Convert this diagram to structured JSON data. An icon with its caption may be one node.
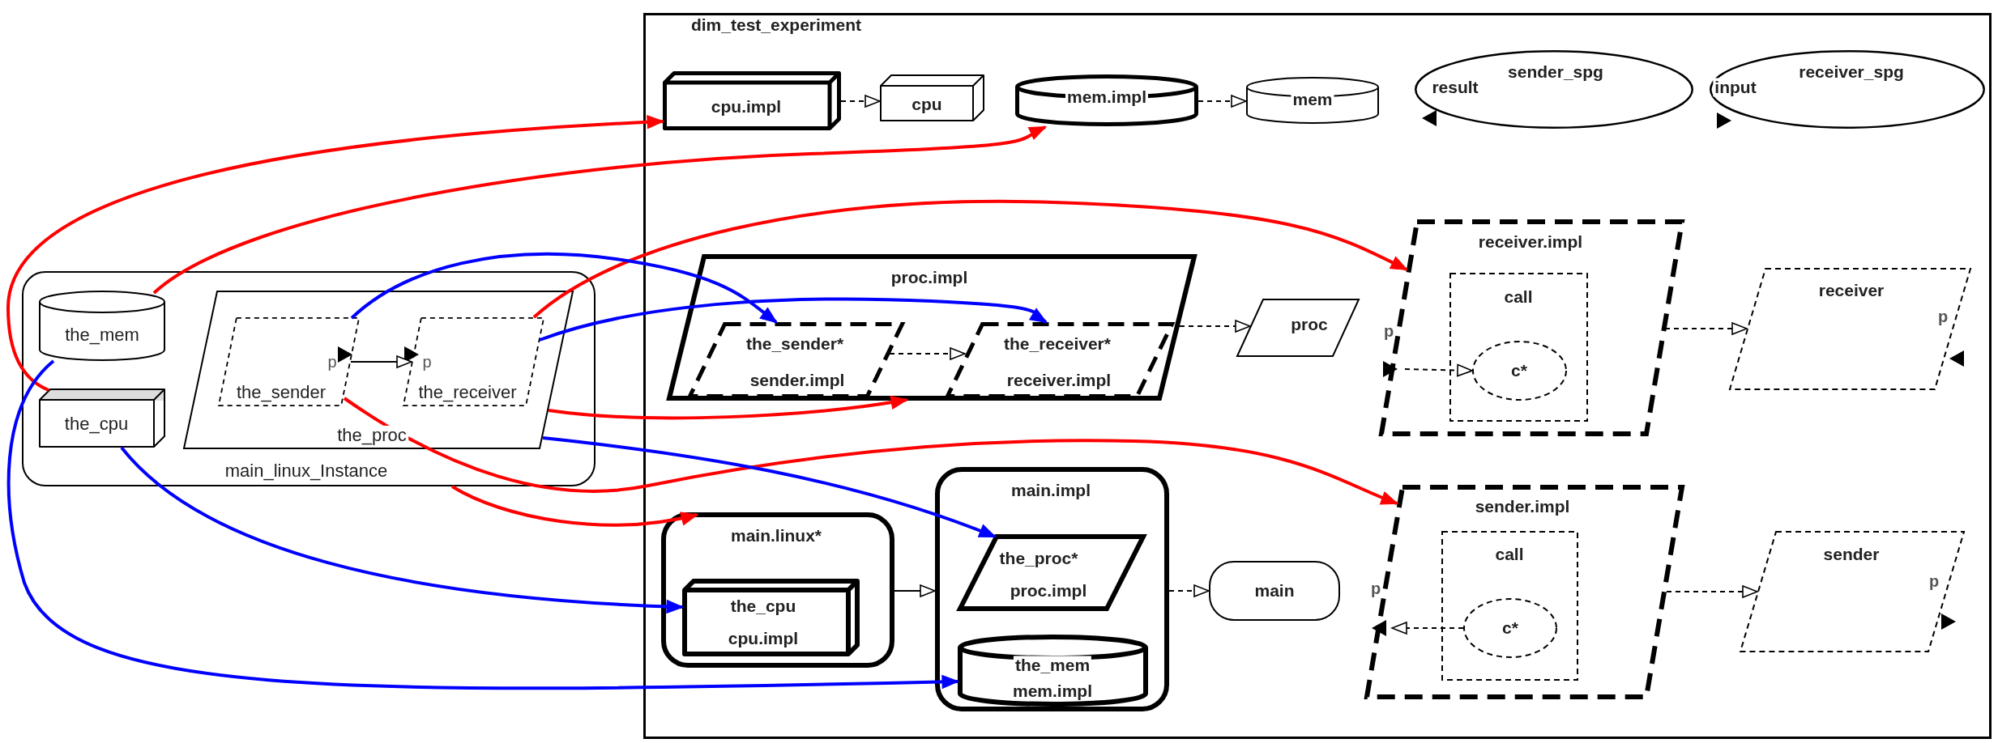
{
  "diagram": {
    "nodes": [
      {
        "text": [
          "main_linux_Instance"
        ]
      },
      {
        "text": [
          "the_mem"
        ],
        "in": 0
      },
      {
        "text": [
          "the_cpu"
        ],
        "in": 0
      },
      {
        "text": [
          "the_proc"
        ],
        "in": 0
      },
      {
        "text": [
          "p",
          "the_sender"
        ],
        "in": 3
      },
      {
        "text": [
          "p",
          "the_receiver"
        ],
        "in": 3
      },
      {
        "text": [
          "dim_test_experiment"
        ]
      },
      {
        "text": [
          "cpu.impl"
        ],
        "in": 6
      },
      {
        "text": [
          "cpu"
        ],
        "in": 6
      },
      {
        "text": [
          "mem.impl"
        ],
        "in": 6
      },
      {
        "text": [
          "mem"
        ],
        "in": 6
      },
      {
        "text": [
          "result",
          "sender_spg"
        ],
        "in": 6
      },
      {
        "text": [
          "input",
          "receiver_spg"
        ],
        "in": 6
      },
      {
        "text": [
          "proc.impl"
        ],
        "in": 6
      },
      {
        "text": [
          "the_sender*",
          "sender.impl"
        ],
        "in": 13
      },
      {
        "text": [
          "the_receiver*",
          "receiver.impl"
        ],
        "in": 13
      },
      {
        "text": [
          "proc"
        ],
        "in": 6
      },
      {
        "text": [
          "receiver.impl"
        ],
        "in": 6
      },
      {
        "text": [
          "p"
        ],
        "in": 17
      },
      {
        "text": [
          "call"
        ],
        "in": 17
      },
      {
        "text": [
          "c*"
        ],
        "in": 19
      },
      {
        "text": [
          "receiver",
          "p"
        ],
        "in": 6
      },
      {
        "text": [
          "main.linux*"
        ],
        "in": 6
      },
      {
        "text": [
          "the_cpu",
          "cpu.impl"
        ],
        "in": 22
      },
      {
        "text": [
          "main.impl"
        ],
        "in": 6
      },
      {
        "text": [
          "the_proc*",
          "proc.impl"
        ],
        "in": 24
      },
      {
        "text": [
          "the_mem",
          "mem.impl"
        ],
        "in": 24
      },
      {
        "text": [
          "main"
        ],
        "in": 6
      },
      {
        "text": [
          "sender.impl"
        ],
        "in": 6
      },
      {
        "text": [
          "p"
        ],
        "in": 28
      },
      {
        "text": [
          "call"
        ],
        "in": 28
      },
      {
        "text": [
          "c*"
        ],
        "in": 30
      },
      {
        "text": [
          "sender",
          "p"
        ],
        "in": 6
      }
    ],
    "edges": [
      {
        "from": 4,
        "to": 5,
        "arrow": "to"
      },
      {
        "from": 7,
        "to": 8,
        "arrow": "to",
        "style": "dashed"
      },
      {
        "from": 9,
        "to": 10,
        "arrow": "to",
        "style": "dashed"
      },
      {
        "from": 14,
        "to": 15,
        "arrow": "to",
        "style": "dashed"
      },
      {
        "from": 13,
        "to": 16,
        "arrow": "to",
        "style": "dashed"
      },
      {
        "from": 18,
        "to": 20,
        "arrow": "to",
        "style": "dashed"
      },
      {
        "from": 17,
        "to": 21,
        "arrow": "to",
        "style": "dashed"
      },
      {
        "from": 22,
        "to": 24,
        "arrow": "to"
      },
      {
        "from": 24,
        "to": 27,
        "arrow": "to",
        "style": "dashed"
      },
      {
        "from": 31,
        "to": 29,
        "arrow": "to",
        "style": "dashed"
      },
      {
        "from": 28,
        "to": 32,
        "arrow": "to",
        "style": "dashed"
      },
      {
        "from": 2,
        "to": 7,
        "arrow": "to",
        "color": "#ff0000"
      },
      {
        "from": 1,
        "to": 9,
        "arrow": "to",
        "color": "#ff0000"
      },
      {
        "from": 5,
        "to": 17,
        "arrow": "to",
        "color": "#ff0000"
      },
      {
        "from": 3,
        "to": 13,
        "arrow": "to",
        "color": "#ff0000"
      },
      {
        "from": 4,
        "to": 28,
        "arrow": "to",
        "color": "#ff0000"
      },
      {
        "from": 0,
        "to": 22,
        "arrow": "to",
        "color": "#ff0000"
      },
      {
        "from": 4,
        "to": 14,
        "arrow": "to",
        "color": "#0000ff"
      },
      {
        "from": 5,
        "to": 15,
        "arrow": "to",
        "color": "#0000ff"
      },
      {
        "from": 3,
        "to": 25,
        "arrow": "to",
        "color": "#0000ff"
      },
      {
        "from": 2,
        "to": 23,
        "arrow": "to",
        "color": "#0000ff"
      },
      {
        "from": 1,
        "to": 26,
        "arrow": "to",
        "color": "#0000ff"
      }
    ]
  }
}
